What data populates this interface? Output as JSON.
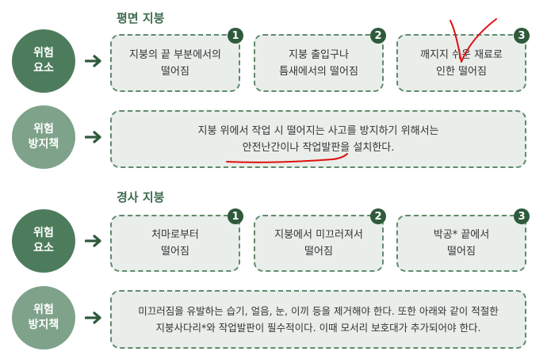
{
  "flat_roof": {
    "title": "평면 지붕",
    "risk_circle": [
      "위험",
      "요소"
    ],
    "items": [
      {
        "num": "1",
        "lines": [
          "지붕의 끝 부분에서의",
          "떨어짐"
        ]
      },
      {
        "num": "2",
        "lines": [
          "지붕 출입구나",
          "틈새에서의 떨어짐"
        ]
      },
      {
        "num": "3",
        "lines": [
          "깨지지 쉬운 재료로",
          "인한 떨어짐"
        ]
      }
    ],
    "prevention_circle": [
      "위험",
      "방지책"
    ],
    "prevention_lines": [
      "지붕 위에서 작업 시 떨어지는 사고를 방지하기 위해서는",
      "안전난간이나 작업발판을 설치한다."
    ]
  },
  "sloped_roof": {
    "title": "경사 지붕",
    "risk_circle": [
      "위험",
      "요소"
    ],
    "items": [
      {
        "num": "1",
        "lines": [
          "처마로부터",
          "떨어짐"
        ]
      },
      {
        "num": "2",
        "lines": [
          "지붕에서 미끄러져서",
          "떨어짐"
        ]
      },
      {
        "num": "3",
        "lines": [
          "박공* 끝에서",
          "떨어짐"
        ]
      }
    ],
    "prevention_circle": [
      "위험",
      "방지책"
    ],
    "prevention_lines": [
      "미끄러짐을 유발하는 습기, 얼음, 눈, 이끼 등을 제거해야 한다. 또한 아래와 같이 적절한",
      "지붕사다리*와 작업발판이 필수적이다. 이때 모서리 보호대가 추가되어야 한다."
    ]
  },
  "colors": {
    "circle_dark": "#4d7c5d",
    "circle_light": "#7fa28a",
    "box_fill": "#e9eeea",
    "box_border": "#5e8a6c",
    "title": "#3e6b4e",
    "annotation": "#e01010"
  }
}
